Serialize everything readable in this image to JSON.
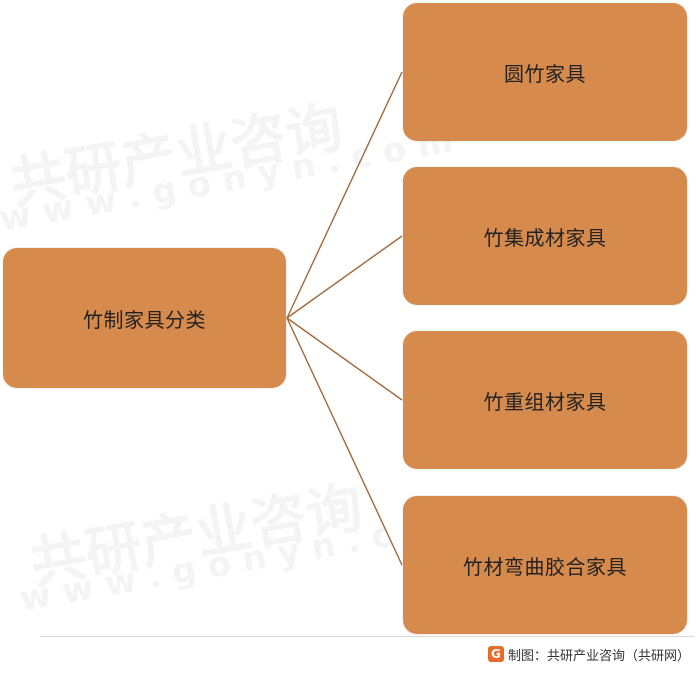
{
  "diagram": {
    "root": {
      "label": "竹制家具分类"
    },
    "children": [
      {
        "label": "圆竹家具"
      },
      {
        "label": "竹集成材家具"
      },
      {
        "label": "竹重组材家具"
      },
      {
        "label": "竹材弯曲胶合家具"
      }
    ]
  },
  "watermark": {
    "brand": "共研产业咨询",
    "url": "w w w . g o n y n . c o m"
  },
  "footer": {
    "logo_letter": "G",
    "source": "制图：共研产业咨询（共研网）"
  },
  "colors": {
    "box_fill": "#d68b4d",
    "connector": "#a0693c",
    "logo": "#e86b2e"
  }
}
